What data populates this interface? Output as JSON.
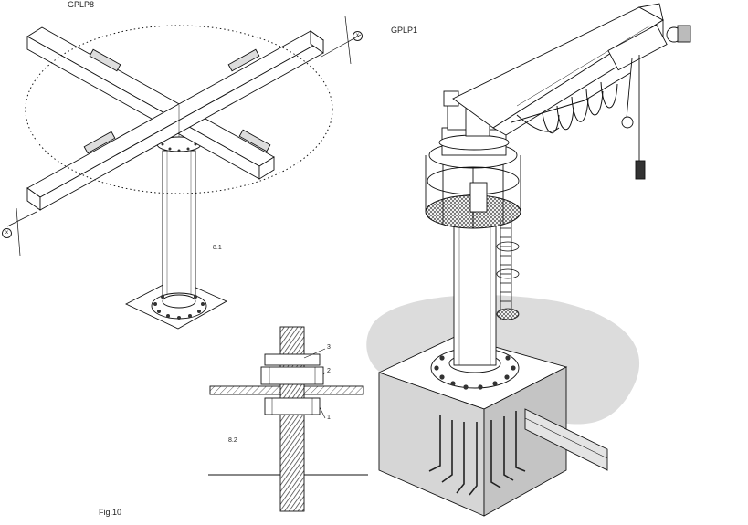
{
  "labels": {
    "gplp8": "GPLP8",
    "gplp1": "GPLP1",
    "fig": "Fig.10",
    "sec81": "8.1",
    "sec82": "8.2",
    "callout1": "1",
    "callout2": "2",
    "callout3": "3",
    "dim_top": "x",
    "dim_left": "x"
  }
}
